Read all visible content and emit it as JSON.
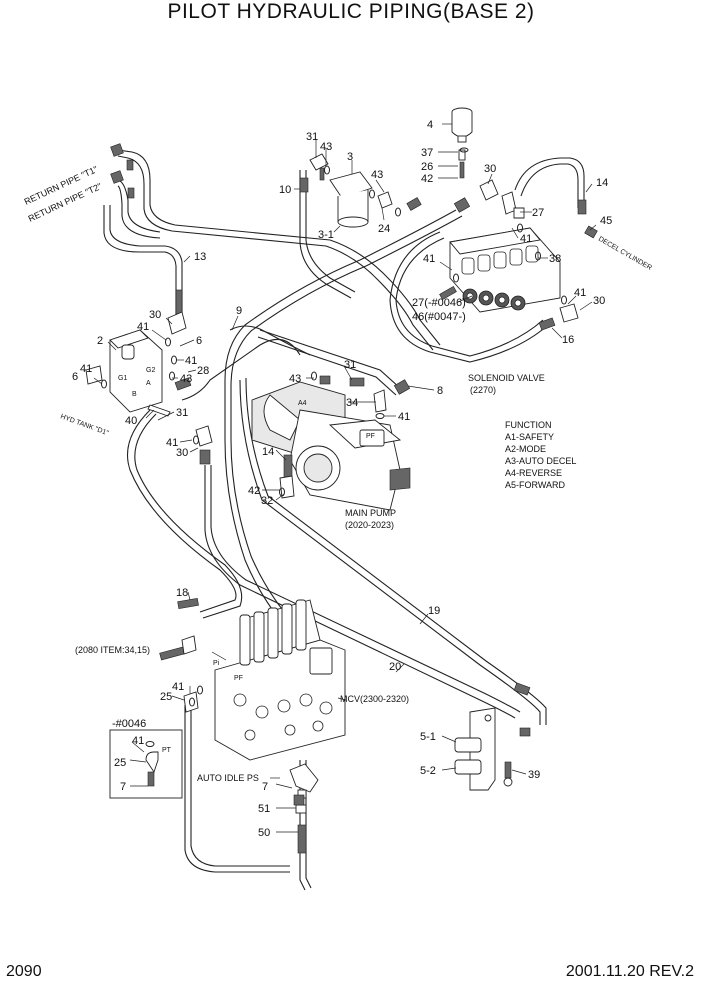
{
  "title": "PILOT HYDRAULIC PIPING(BASE 2)",
  "footer": {
    "page": "2090",
    "revision": "2001.11.20  REV.2"
  },
  "side_labels": {
    "return_t1": "RETURN PIPE \"T1\"",
    "return_t2": "RETURN PIPE \"T2\"",
    "hyd_tank": "HYD TANK \"D1\"",
    "decel_cylinder": "DECEL CYLINDER"
  },
  "components": {
    "solenoid_valve": "SOLENOID VALVE",
    "solenoid_valve_no": "(2270)",
    "main_pump": "MAIN PUMP",
    "main_pump_no": "(2020-2023)",
    "mcv": "MCV(2300-2320)",
    "auto_idle": "AUTO IDLE PS",
    "ref_2080": "(2080 ITEM:34,15)"
  },
  "function": {
    "heading": "FUNCTION",
    "items": [
      "A1-SAFETY",
      "A2-MODE",
      "A3-AUTO DECEL",
      "A4-REVERSE",
      "A5-FORWARD"
    ]
  },
  "inset": {
    "label": "-#0046"
  },
  "callouts": {
    "c4": "4",
    "c37": "37",
    "c26": "26",
    "c42a": "42",
    "c30a": "30",
    "c14a": "14",
    "c27a": "27",
    "c45": "45",
    "c41a": "41",
    "c38": "38",
    "c41b": "41",
    "c27b": "27(-#0046)",
    "c46": "46(#0047-)",
    "c41c": "41",
    "c30b": "30",
    "c16": "16",
    "c31a": "31",
    "c43a": "43",
    "c3": "3",
    "c10": "10",
    "c43b": "43",
    "c24": "24",
    "c31": "3-1",
    "c13": "13",
    "c9": "9",
    "c30c": "30",
    "c41d": "41",
    "c2": "2",
    "c6a": "6",
    "c41e": "41",
    "c6b": "6",
    "c28": "28",
    "c43c": "43",
    "c40": "40",
    "c31b": "31",
    "c41f": "41",
    "c30d": "30",
    "c43d": "43",
    "c31c": "31",
    "c34": "34",
    "c41g": "41",
    "c8": "8",
    "c14b": "14",
    "c42b": "42",
    "c32": "32",
    "c18": "18",
    "c19": "19",
    "c20": "20",
    "c41h": "41",
    "c25a": "25",
    "c41i": "41",
    "c25b": "25",
    "c7a": "7",
    "c7b": "7",
    "c51": "51",
    "c50": "50",
    "c51b": "5-1",
    "c52": "5-2",
    "c39": "39"
  }
}
